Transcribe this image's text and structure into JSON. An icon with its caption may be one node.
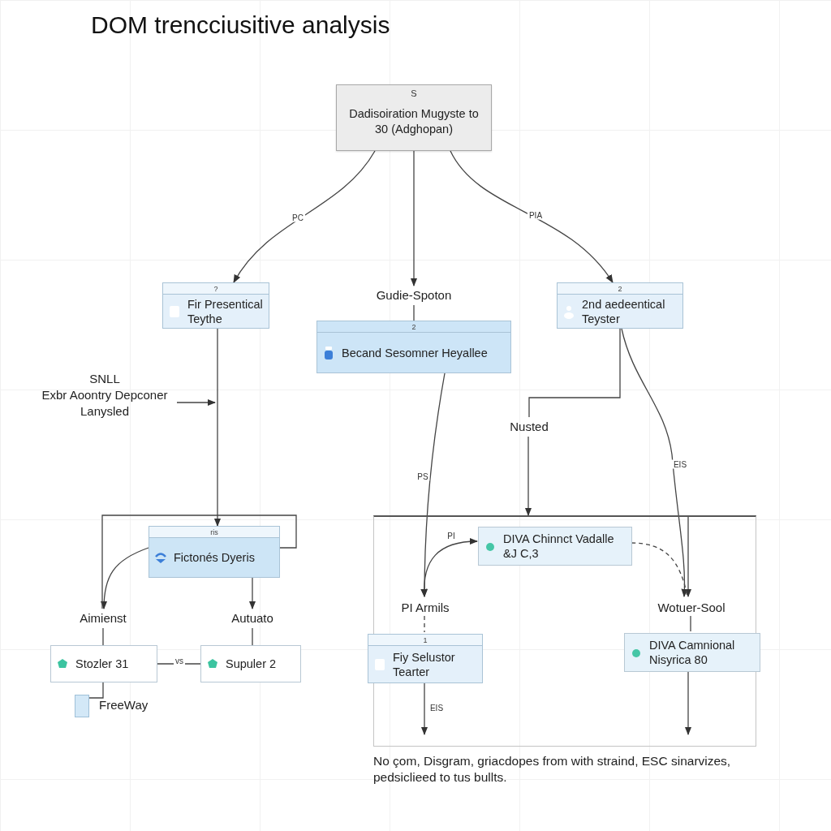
{
  "diagram": {
    "title": "DOM trencciusitive analysis",
    "caption": "No çom, Disgram, griacdopes from with straind, ESC sinarvizes, pedsiclieed to tus bullts.",
    "nodes": [
      {
        "text": [
          "S",
          "Dadisoiration Mugyste to 30 (Adghopan)"
        ]
      },
      {
        "text": [
          "?",
          "Fir Presentical Teythe"
        ]
      },
      {
        "text": [
          "Gudie-Spoton"
        ]
      },
      {
        "text": [
          "2",
          "Becand Sesomner Heyallee"
        ]
      },
      {
        "text": [
          "2",
          "2nd aedeentical Teyster"
        ]
      },
      {
        "text": [
          "SNLL",
          "Exbr Aoontry Depconer Lanysled"
        ]
      },
      {
        "text": [
          "Nusted"
        ]
      },
      {
        "text": [
          "ris",
          "Fictonés Dyeris"
        ]
      },
      {
        "text": [
          "Aimienst"
        ]
      },
      {
        "text": [
          "Autuato"
        ]
      },
      {
        "text": [
          "Stozler 31"
        ]
      },
      {
        "text": [
          "Supuler 2"
        ]
      },
      {
        "text": [],
        "shape": "box",
        "beside": [
          "FreeWay"
        ]
      },
      {
        "text": [],
        "shape": "box"
      },
      {
        "text": [
          "DIVA Chinnct Vadalle &J C,3"
        ],
        "in": 13
      },
      {
        "text": [
          "PI Armils"
        ],
        "in": 13
      },
      {
        "text": [
          "1",
          "Fiy Selustor Tearter"
        ],
        "in": 13
      },
      {
        "text": [
          "Wotuer-Sool"
        ],
        "in": 13
      },
      {
        "text": [
          "DIVA Camnional Nisyrica 80"
        ],
        "in": 13
      }
    ],
    "edges": [
      {
        "from": 0,
        "to": 1,
        "arrow": "to",
        "label": "PC"
      },
      {
        "from": 0,
        "to": 2,
        "arrow": "to"
      },
      {
        "from": 0,
        "to": 4,
        "arrow": "to",
        "label": "PIA"
      },
      {
        "from": 2,
        "to": 3,
        "arrow": "none"
      },
      {
        "from": 1,
        "to": 7,
        "arrow": "to"
      },
      {
        "from": 5,
        "to": null,
        "arrow": "to"
      },
      {
        "from": 7,
        "to": 8,
        "arrow": "to"
      },
      {
        "from": 7,
        "to": 8,
        "arrow": "none"
      },
      {
        "from": 7,
        "to": 9,
        "arrow": "to"
      },
      {
        "from": 8,
        "to": 10,
        "arrow": "none"
      },
      {
        "from": 9,
        "to": 11,
        "arrow": "none"
      },
      {
        "from": 10,
        "to": 11,
        "arrow": "none",
        "label": "vs"
      },
      {
        "from": 10,
        "to": 12,
        "arrow": "none"
      },
      {
        "from": 4,
        "to": 6,
        "arrow": "none"
      },
      {
        "from": 6,
        "to": 13,
        "arrow": "to"
      },
      {
        "from": 3,
        "to": 15,
        "arrow": "to",
        "label": "PS"
      },
      {
        "from": 15,
        "to": 14,
        "arrow": "both",
        "label": "PI"
      },
      {
        "from": 4,
        "to": 17,
        "arrow": "to",
        "label": "EIS"
      },
      {
        "from": 13,
        "to": 17,
        "arrow": "to"
      },
      {
        "from": 14,
        "to": 17,
        "arrow": "none",
        "style": "dashed"
      },
      {
        "from": 15,
        "to": 16,
        "arrow": "none",
        "style": "dashed"
      },
      {
        "from": 17,
        "to": 18,
        "arrow": "none"
      },
      {
        "from": 16,
        "to": null,
        "arrow": "to",
        "label": "EIS"
      },
      {
        "from": 18,
        "to": null,
        "arrow": "to"
      }
    ]
  }
}
